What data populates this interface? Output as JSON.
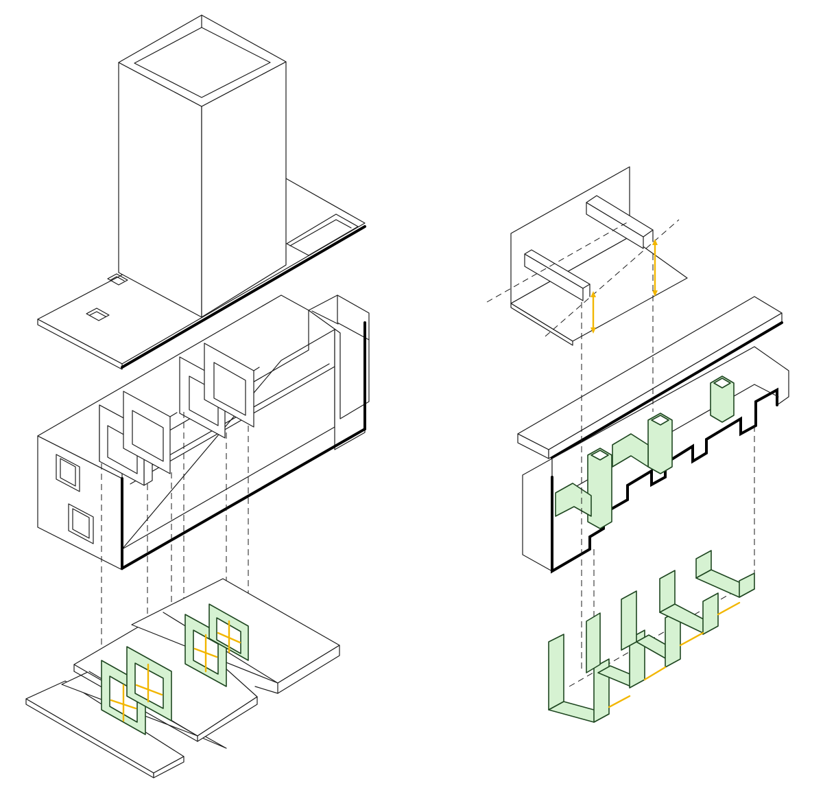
{
  "diagram": {
    "colors": {
      "line": "#1a1a1a",
      "emphasis": "#000000",
      "highlight_fill": "#d6f2d2",
      "highlight_stroke": "#1e4620",
      "arrow": "#f2b600",
      "background": "#ffffff"
    },
    "left_assembly": {
      "components": [
        "tower-with-roof-slab",
        "hollow-box-with-partition-frames",
        "stepped-base-platforms"
      ],
      "highlighted_frames": 4
    },
    "right_assembly": {
      "components": [
        "plate-with-fins",
        "long-slab",
        "stepped-shell-with-columns",
        "u-channels"
      ],
      "highlighted_columns": 3,
      "u_channels": 5
    }
  }
}
